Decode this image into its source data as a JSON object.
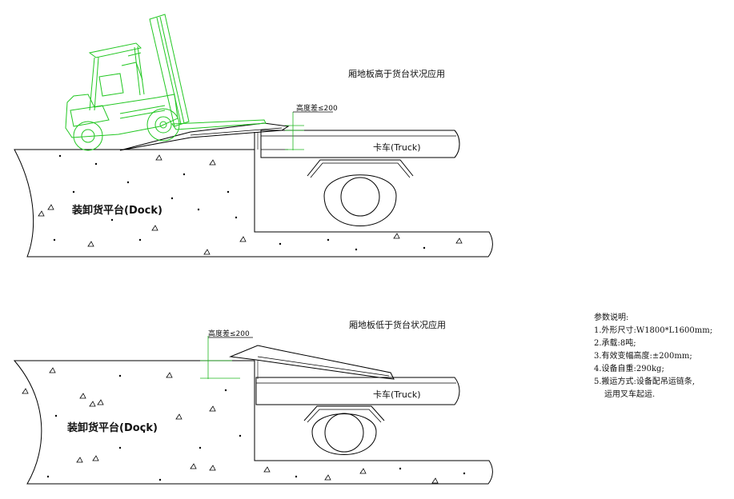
{
  "diagram_top": {
    "caption": "厢地板高于货台状况应用",
    "height_diff": "高度差≤200",
    "truck_label": "卡车(Truck)",
    "dock_label": "装卸货平台(Dock)"
  },
  "diagram_bottom": {
    "caption": "厢地板低于货台状况应用",
    "height_diff": "高度差≤200",
    "truck_label": "卡车(Truck)",
    "dock_label": "装卸货平台(Dock)"
  },
  "specs": {
    "title": "参数说明:",
    "items": [
      "1.外形尺寸:W1800*L1600mm;",
      "2.承载:8吨;",
      "3.有效变幅高度:±200mm;",
      "4.设备自重:290kg;",
      "5.搬运方式:设备配吊运链条,",
      "运用叉车起运."
    ]
  },
  "colors": {
    "line": "#000000",
    "forklift": "#22c722"
  },
  "icons": [
    "forklift-icon"
  ]
}
